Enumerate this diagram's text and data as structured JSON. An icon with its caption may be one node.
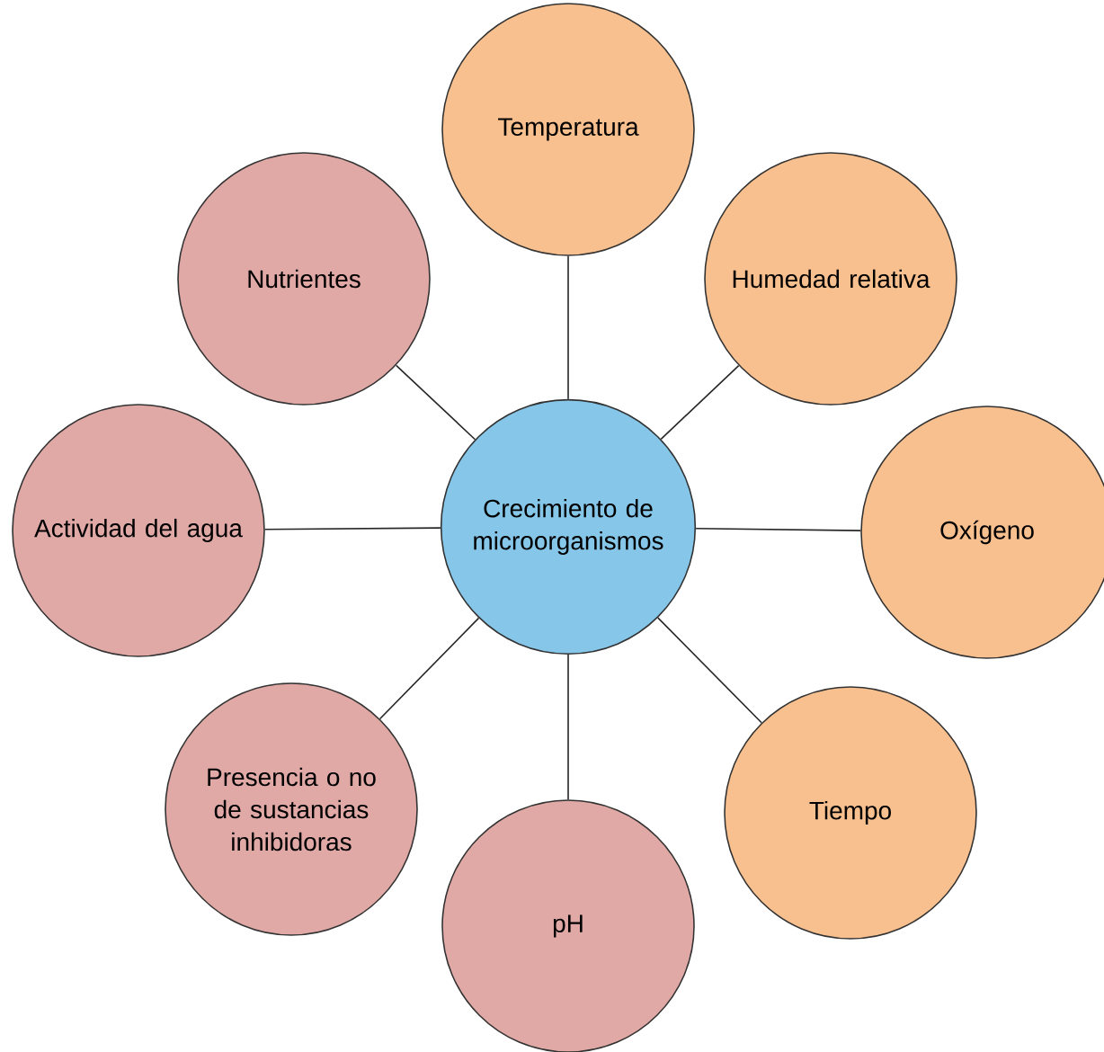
{
  "diagram": {
    "nodes": [
      {
        "text": [
          "Crecimiento de microorganismos"
        ]
      },
      {
        "text": [
          "Temperatura"
        ]
      },
      {
        "text": [
          "Humedad relativa"
        ]
      },
      {
        "text": [
          "Oxígeno"
        ]
      },
      {
        "text": [
          "Tiempo"
        ]
      },
      {
        "text": [
          "pH"
        ]
      },
      {
        "text": [
          "Presencia o no de sustancias inhibidoras"
        ]
      },
      {
        "text": [
          "Actividad del agua"
        ]
      },
      {
        "text": [
          "Nutrientes"
        ]
      }
    ],
    "edges": [
      {
        "from": 0,
        "to": 1,
        "arrow": "none"
      },
      {
        "from": 0,
        "to": 2,
        "arrow": "none"
      },
      {
        "from": 0,
        "to": 3,
        "arrow": "none"
      },
      {
        "from": 0,
        "to": 4,
        "arrow": "none"
      },
      {
        "from": 0,
        "to": 5,
        "arrow": "none"
      },
      {
        "from": 0,
        "to": 6,
        "arrow": "none"
      },
      {
        "from": 0,
        "to": 7,
        "arrow": "none"
      },
      {
        "from": 0,
        "to": 8,
        "arrow": "none"
      }
    ]
  }
}
